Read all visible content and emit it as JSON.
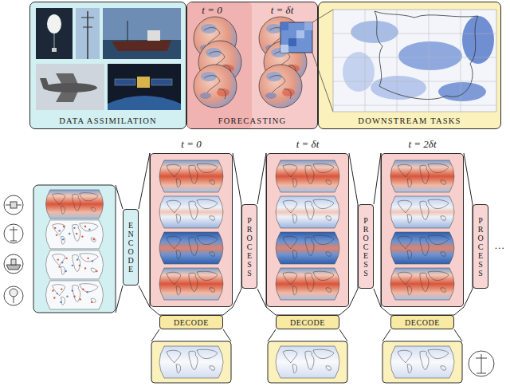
{
  "diagram": {
    "nodes": [
      {
        "text": [
          "DATA ASSIMILATION"
        ]
      },
      {
        "text": [
          "FORECASTING"
        ]
      },
      {
        "text": [
          "DOWNSTREAM TASKS"
        ]
      },
      {
        "text": [
          "ENCODE"
        ]
      },
      {
        "text": [
          "t = 0"
        ]
      },
      {
        "text": [
          "PROCESS"
        ]
      },
      {
        "text": [
          "DECODE"
        ]
      },
      {
        "text": [
          "t = δt"
        ]
      },
      {
        "text": [
          "PROCESS"
        ]
      },
      {
        "text": [
          "DECODE"
        ]
      },
      {
        "text": [
          "t = 2δt"
        ]
      },
      {
        "text": [
          "PROCESS"
        ]
      },
      {
        "text": [
          "DECODE"
        ]
      }
    ],
    "edges": [
      {
        "from": 3,
        "to": 4,
        "arrow": "none"
      },
      {
        "from": 4,
        "to": 5,
        "arrow": "none"
      },
      {
        "from": 5,
        "to": 7,
        "arrow": "none"
      },
      {
        "from": 7,
        "to": 8,
        "arrow": "none"
      },
      {
        "from": 8,
        "to": 10,
        "arrow": "none"
      },
      {
        "from": 10,
        "to": 11,
        "arrow": "none"
      },
      {
        "from": 4,
        "to": 6,
        "arrow": "none"
      },
      {
        "from": 7,
        "to": 9,
        "arrow": "none"
      },
      {
        "from": 10,
        "to": 12,
        "arrow": "none"
      }
    ],
    "labels": [
      "t = 0",
      "t = δt",
      "…"
    ]
  }
}
